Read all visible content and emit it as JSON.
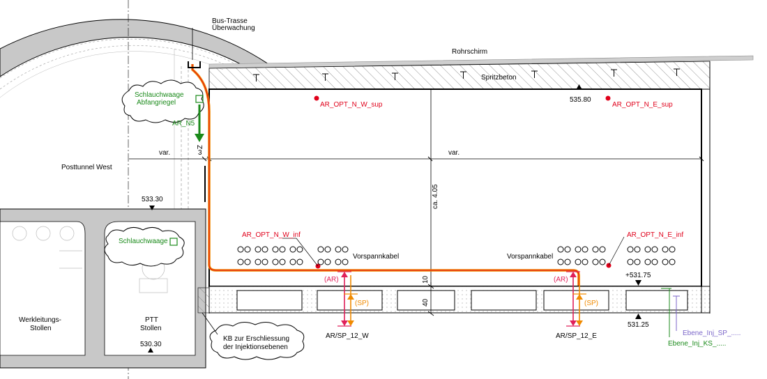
{
  "labels": {
    "bus_trasse_1": "Bus-Trasse",
    "bus_trasse_2": "Überwachung",
    "rohrschirm": "Rohrschirm",
    "spritzbeton": "Spritzbeton",
    "schlauchwaage_top_1": "Schlauchwaage",
    "schlauchwaage_top_2": "Abfangriegel",
    "schlauchwaage_mid": "Schlauchwaage",
    "ar_n5": "AR_N5",
    "z": "Z",
    "var_left": "var.",
    "dim_3": "3",
    "var_main": "var.",
    "posttunnel_west": "Posttunnel West",
    "height_ca": "ca. 4.05",
    "elev_533_30": "533.30",
    "elev_535_80": "535.80",
    "elev_531_75": "+531.75",
    "elev_531_25": "531.25",
    "elev_530_30": "530.30",
    "ar_opt_n_w_sup": "AR_OPT_N_W_sup",
    "ar_opt_n_e_sup": "AR_OPT_N_E_sup",
    "ar_opt_n_w_inf": "AR_OPT_N_W_inf",
    "ar_opt_n_e_inf": "AR_OPT_N_E_inf",
    "vorspannkabel_left": "Vorspannkabel",
    "vorspannkabel_right": "Vorspannkabel",
    "ar_left": "(AR)",
    "ar_right": "(AR)",
    "sp_left": "(SP)",
    "sp_right": "(SP)",
    "dim_10": "10",
    "dim_40": "40",
    "ar_sp_12_w": "AR/SP_12_W",
    "ar_sp_12_e": "AR/SP_12_E",
    "werkleitungs_1": "Werkleitungs-",
    "werkleitungs_2": "Stollen",
    "ptt_1": "PTT",
    "ptt_2": "Stollen",
    "kb_1": "KB zur Erschliessung",
    "kb_2": "der Injektionsebenen",
    "ebene_inj_sp": "Ebene_Inj_SP_.....",
    "ebene_inj_ks": "Ebene_Inj_KS_....."
  },
  "colors": {
    "red": "#e0001a",
    "green": "#1a8a1a",
    "orange": "#f08a00",
    "magenta": "#e0205a",
    "purple": "#7b66c9",
    "grey_fill": "#c8c8c8"
  }
}
